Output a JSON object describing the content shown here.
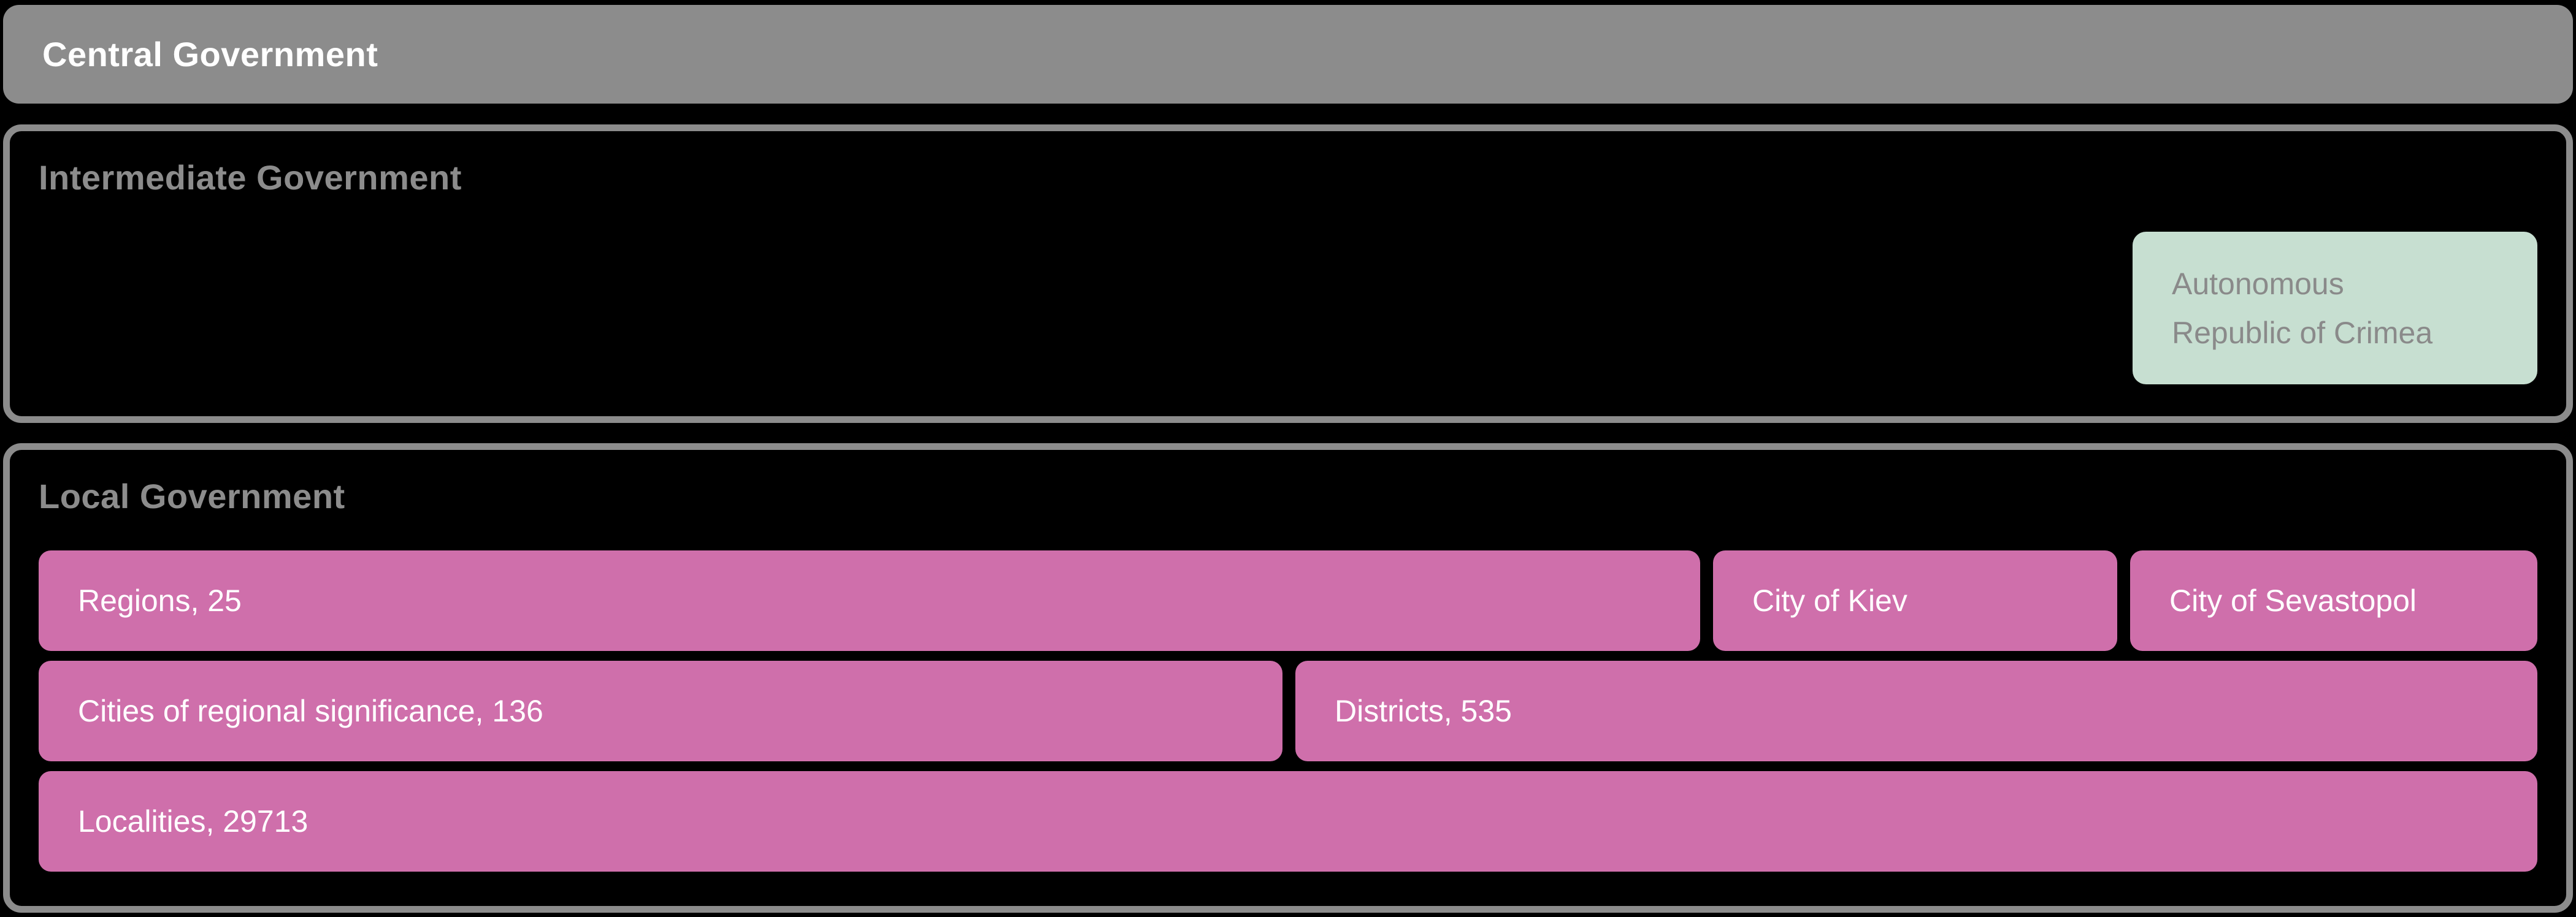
{
  "colors": {
    "background": "#000000",
    "gray": "#8C8C8C",
    "label-gray": "#8A8A8A",
    "pink": "#CF6FAB",
    "green": "#C7DFD1",
    "white": "#FFFFFF"
  },
  "central": {
    "label": "Central Government"
  },
  "intermediate": {
    "label": "Intermediate Government",
    "node": {
      "label": "Autonomous Republic of Crimea",
      "lines": [
        "Autonomous",
        "Republic of Crimea"
      ]
    }
  },
  "local": {
    "label": "Local Government",
    "rows": [
      {
        "items": [
          {
            "label": "Regions, 25"
          },
          {
            "label": "City of Kiev"
          },
          {
            "label": "City of Sevastopol"
          }
        ]
      },
      {
        "items": [
          {
            "label": "Cities of regional significance, 136"
          },
          {
            "label": "Districts, 535"
          }
        ]
      },
      {
        "items": [
          {
            "label": "Localities, 29713"
          }
        ]
      }
    ]
  }
}
